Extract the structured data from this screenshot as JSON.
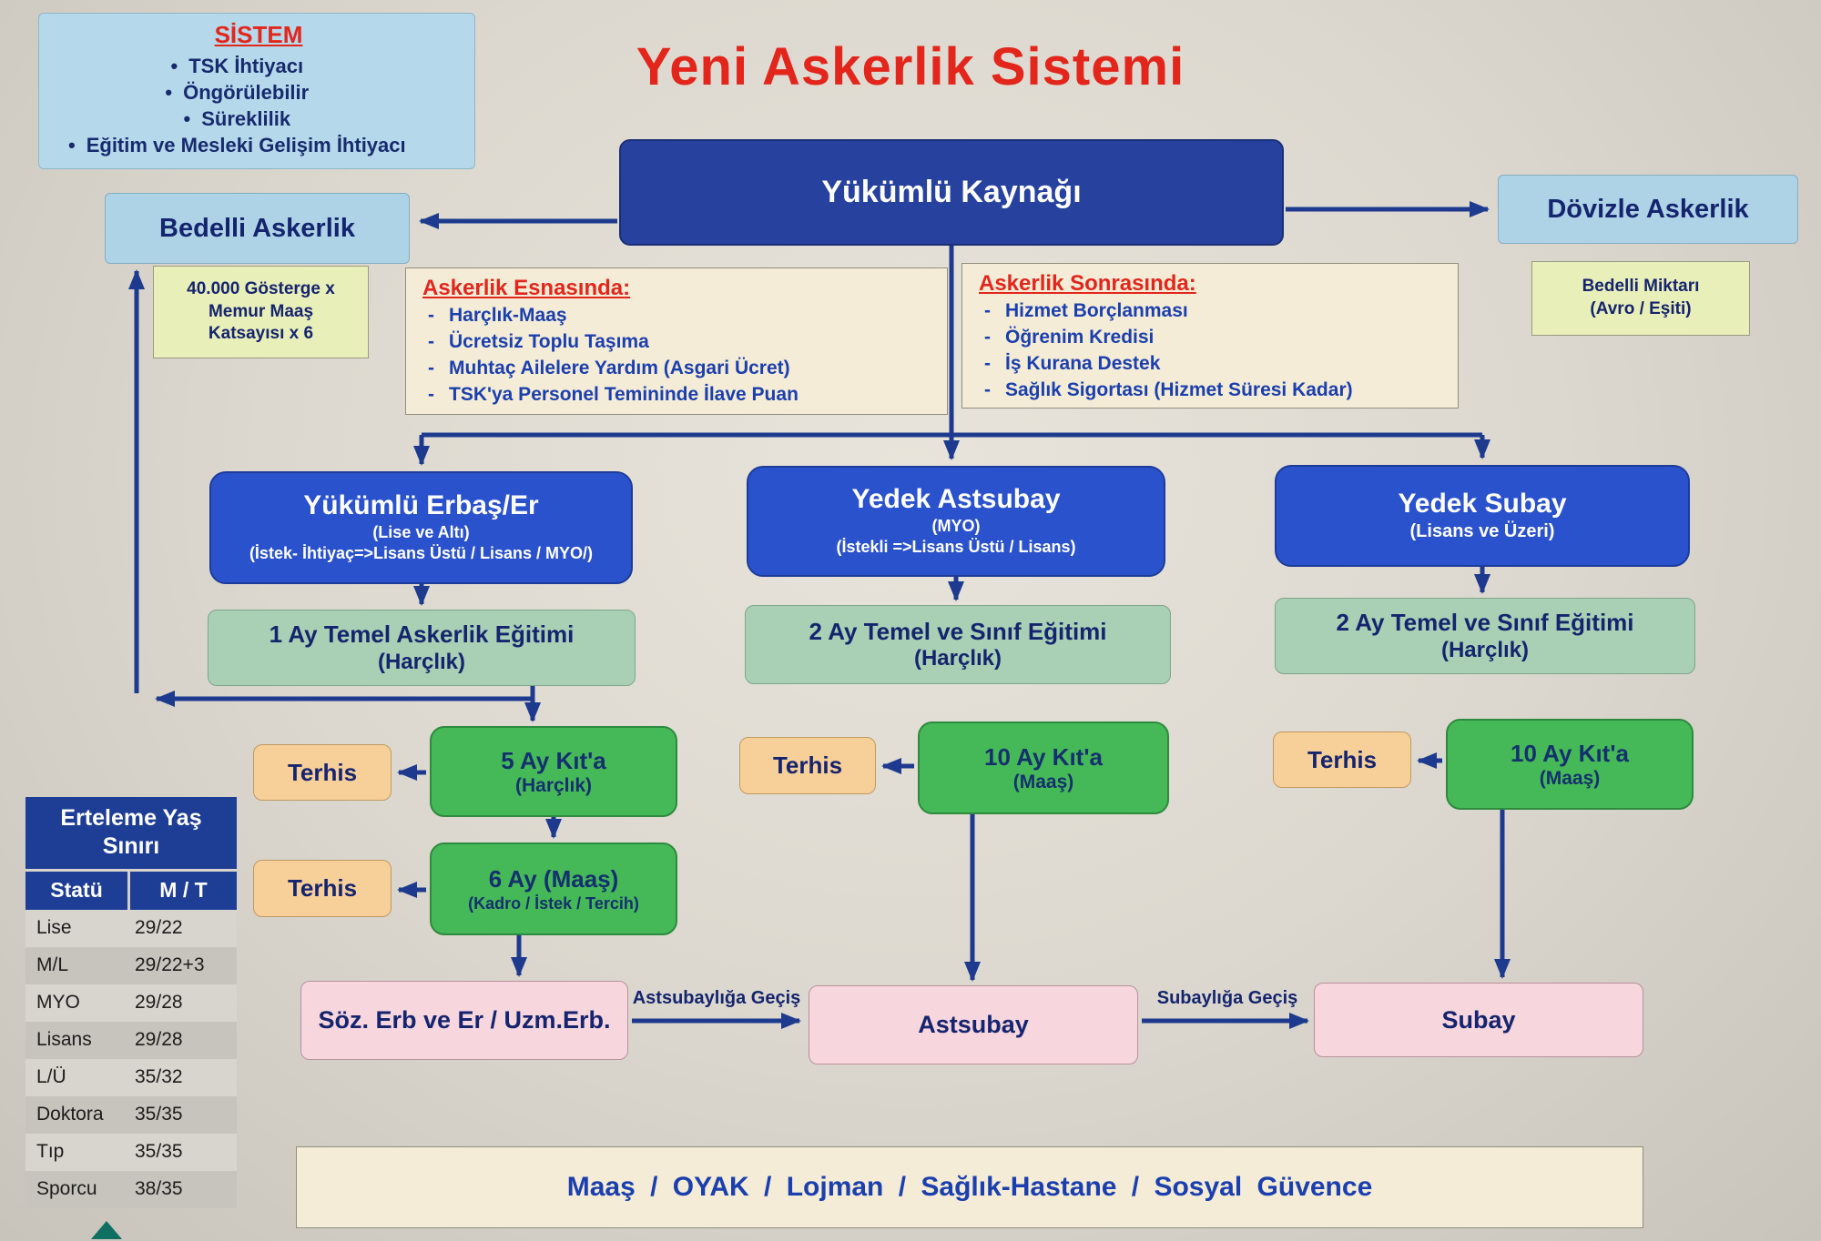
{
  "title": "Yeni Askerlik Sistemi",
  "sistem_box": {
    "title": "SİSTEM",
    "items": [
      "TSK İhtiyacı",
      "Öngörülebilir",
      "Süreklilik",
      "Eğitim ve Mesleki Gelişim İhtiyacı"
    ]
  },
  "source_box": {
    "label": "Yükümlü Kaynağı"
  },
  "bedelli_box": {
    "label": "Bedelli Askerlik"
  },
  "bedelli_formula": {
    "line1": "40.000 Gösterge x",
    "line2": "Memur Maaş",
    "line3": "Katsayısı x 6"
  },
  "dovizle_box": {
    "label": "Dövizle Askerlik"
  },
  "dovizle_amount": {
    "line1": "Bedelli Miktarı",
    "line2": "(Avro / Eşiti)"
  },
  "during_box": {
    "title": "Askerlik Esnasında:",
    "items": [
      "Harçlık-Maaş",
      "Ücretsiz Toplu Taşıma",
      "Muhtaç Ailelere Yardım (Asgari Ücret)",
      "TSK'ya Personel Temininde İlave Puan"
    ]
  },
  "after_box": {
    "title": "Askerlik Sonrasında:",
    "items": [
      "Hizmet Borçlanması",
      "Öğrenim Kredisi",
      "İş Kurana Destek",
      "Sağlık Sigortası (Hizmet Süresi Kadar)"
    ]
  },
  "columns": [
    {
      "header": "Yükümlü Erbaş/Er",
      "header_sub1": "(Lise ve Altı)",
      "header_sub2": "(İstek- İhtiyaç=>Lisans Üstü / Lisans / MYO/)",
      "training_line1": "1 Ay Temel Askerlik Eğitimi",
      "training_line2": "(Harçlık)",
      "service_line1": "5 Ay Kıt'a",
      "service_line2": "(Harçlık)",
      "terhis": "Terhis",
      "service2_line1": "6 Ay (Maaş)",
      "service2_line2": "(Kadro / İstek / Tercih)",
      "terhis2": "Terhis",
      "final": "Söz. Erb ve Er / Uzm.Erb."
    },
    {
      "header": "Yedek Astsubay",
      "header_sub1": "(MYO)",
      "header_sub2": "(İstekli =>Lisans  Üstü / Lisans)",
      "training_line1": "2 Ay Temel ve Sınıf Eğitimi",
      "training_line2": "(Harçlık)",
      "service_line1": "10 Ay Kıt'a",
      "service_line2": "(Maaş)",
      "terhis": "Terhis",
      "final": "Astsubay"
    },
    {
      "header": "Yedek Subay",
      "header_sub1": "(Lisans ve Üzeri)",
      "training_line1": "2 Ay Temel ve Sınıf Eğitimi",
      "training_line2": "(Harçlık)",
      "service_line1": "10 Ay Kıt'a",
      "service_line2": "(Maaş)",
      "terhis": "Terhis",
      "final": "Subay"
    }
  ],
  "transitions": [
    "Astsubaylığa Geçiş",
    "Subaylığa Geçiş"
  ],
  "benefits_bar": "Maaş / OYAK / Lojman / Sağlık-Hastane / Sosyal Güvence",
  "deferral_table": {
    "title": "Erteleme Yaş Sınırı",
    "col_status": "Statü",
    "col_mt": "M / T",
    "rows": [
      {
        "status": "Lise",
        "mt": "29/22"
      },
      {
        "status": "M/L",
        "mt": "29/22+3"
      },
      {
        "status": "MYO",
        "mt": "29/28"
      },
      {
        "status": "Lisans",
        "mt": "29/28"
      },
      {
        "status": "L/Ü",
        "mt": "35/32"
      },
      {
        "status": "Doktora",
        "mt": "35/35"
      },
      {
        "status": "Tıp",
        "mt": "35/35"
      },
      {
        "status": "Sporcu",
        "mt": "38/35"
      }
    ]
  },
  "colors": {
    "title_red": "#e3261c",
    "dark_blue": "#27419e",
    "bright_blue": "#2a52cc",
    "light_blue": "#aed3e6",
    "cream": "#f4ecd6",
    "yellow_green": "#e9efb9",
    "light_green": "#a9d0b4",
    "green": "#45b957",
    "orange": "#f7cf99",
    "pink": "#f7d6dd",
    "arrow_navy": "#1d3a8e",
    "table_blue": "#1e3e96"
  }
}
